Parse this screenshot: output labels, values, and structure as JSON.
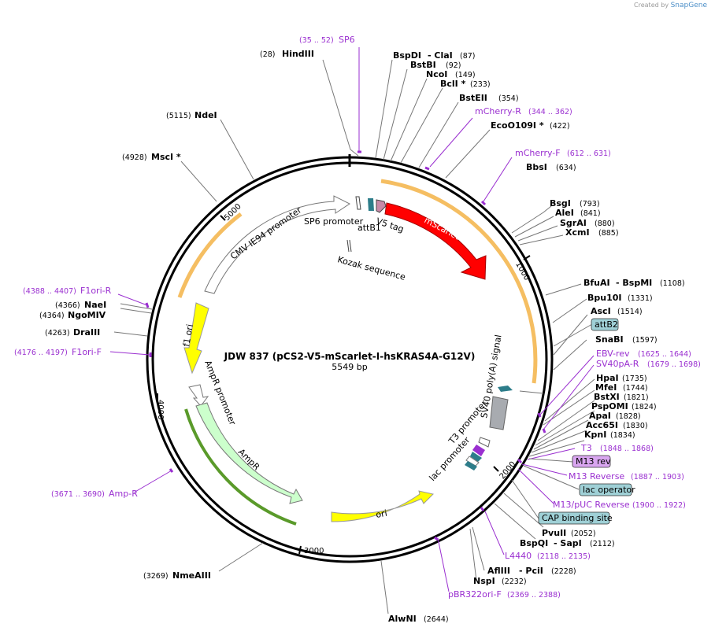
{
  "credit": {
    "prefix": "Created by",
    "brand": "SnapGene"
  },
  "plasmid": {
    "name": "JDW 837 (pCS2-V5-mScarlet-I-hsKRAS4A-G12V)",
    "length": 5549,
    "length_label": "5549 bp"
  },
  "ticks": [
    "1000",
    "2000",
    "3000",
    "4000",
    "5000"
  ],
  "enzymes": [
    {
      "name": "HindIII",
      "pos": "(28)"
    },
    {
      "name": "BspDI",
      "pos": ""
    },
    {
      "name": "- ClaI",
      "pos": "(87)"
    },
    {
      "name": "BstBI",
      "pos": "(92)"
    },
    {
      "name": "NcoI",
      "pos": "(149)"
    },
    {
      "name": "BclI *",
      "pos": "(233)"
    },
    {
      "name": "BstEII",
      "pos": "(354)"
    },
    {
      "name": "EcoO109I *",
      "pos": "(422)"
    },
    {
      "name": "BbsI",
      "pos": "(634)"
    },
    {
      "name": "BsgI",
      "pos": "(793)"
    },
    {
      "name": "AleI",
      "pos": "(841)"
    },
    {
      "name": "SgrAI",
      "pos": "(880)"
    },
    {
      "name": "XcmI",
      "pos": "(885)"
    },
    {
      "name": "BfuAI",
      "pos": ""
    },
    {
      "name": "- BspMI",
      "pos": "(1108)"
    },
    {
      "name": "Bpu10I",
      "pos": "(1331)"
    },
    {
      "name": "AscI",
      "pos": "(1514)"
    },
    {
      "name": "SnaBI",
      "pos": "(1597)"
    },
    {
      "name": "HpaI",
      "pos": "(1735)"
    },
    {
      "name": "MfeI",
      "pos": "(1744)"
    },
    {
      "name": "BstXI",
      "pos": "(1821)"
    },
    {
      "name": "PspOMI",
      "pos": "(1824)"
    },
    {
      "name": "ApaI",
      "pos": "(1828)"
    },
    {
      "name": "Acc65I",
      "pos": "(1830)"
    },
    {
      "name": "KpnI",
      "pos": "(1834)"
    },
    {
      "name": "PvuII",
      "pos": "(2052)"
    },
    {
      "name": "BspQI",
      "pos": ""
    },
    {
      "name": "- SapI",
      "pos": "(2112)"
    },
    {
      "name": "AflIII",
      "pos": ""
    },
    {
      "name": "- PciI",
      "pos": "(2228)"
    },
    {
      "name": "NspI",
      "pos": "(2232)"
    },
    {
      "name": "AlwNI",
      "pos": "(2644)"
    },
    {
      "name": "NmeAIII",
      "pos": "(3269)"
    },
    {
      "name": "DraIII",
      "pos": "(4263)"
    },
    {
      "name": "NgoMIV",
      "pos": "(4364)"
    },
    {
      "name": "NaeI",
      "pos": "(4366)"
    },
    {
      "name": "MscI *",
      "pos": "(4928)"
    },
    {
      "name": "NdeI",
      "pos": "(5115)"
    }
  ],
  "primers": [
    {
      "name": "SP6",
      "range": "(35 .. 52)"
    },
    {
      "name": "mCherry-R",
      "range": "(344 .. 362)"
    },
    {
      "name": "mCherry-F",
      "range": "(612 .. 631)"
    },
    {
      "name": "EBV-rev",
      "range": "(1625 .. 1644)"
    },
    {
      "name": "SV40pA-R",
      "range": "(1679 .. 1698)"
    },
    {
      "name": "T3",
      "range": "(1848 .. 1868)"
    },
    {
      "name": "M13 Reverse",
      "range": "(1887 .. 1903)"
    },
    {
      "name": "M13/pUC Reverse",
      "range": "(1900 .. 1922)"
    },
    {
      "name": "L4440",
      "range": "(2118 .. 2135)"
    },
    {
      "name": "pBR322ori-F",
      "range": "(2369 .. 2388)"
    },
    {
      "name": "Amp-R",
      "range": "(3671 .. 3690)"
    },
    {
      "name": "F1ori-F",
      "range": "(4176 .. 4197)"
    },
    {
      "name": "F1ori-R",
      "range": "(4388 .. 4407)"
    }
  ],
  "boxed_features": [
    "attB2",
    "M13 rev",
    "lac operator",
    "CAP binding site"
  ],
  "features": {
    "sp6_promoter": "SP6 promoter",
    "attb1": "attB1",
    "v5_tag": "V5 tag",
    "mscarlet": "mScarlet-I",
    "kozak": "Kozak sequence",
    "cmv": "CMV IE94 promoter",
    "f1_ori": "f1 ori",
    "ampr_promoter": "AmpR promoter",
    "ampr": "AmpR",
    "ori": "ori",
    "sv40": "SV40 poly(A) signal",
    "t3_promoter": "T3 promoter",
    "lac_promoter": "lac promoter"
  },
  "colors": {
    "mscarlet": "#ff0000",
    "cmv": "#ffffff",
    "f1_ori": "#ffff00",
    "ampr": "#ccffcc",
    "ori": "#ffff00",
    "sv40": "#a8abb0",
    "primer": "#9a2fd0",
    "boxed_teal": "#9fd0d6",
    "boxed_purple": "#d9a6f0",
    "orange_outline": "#f3b347"
  }
}
